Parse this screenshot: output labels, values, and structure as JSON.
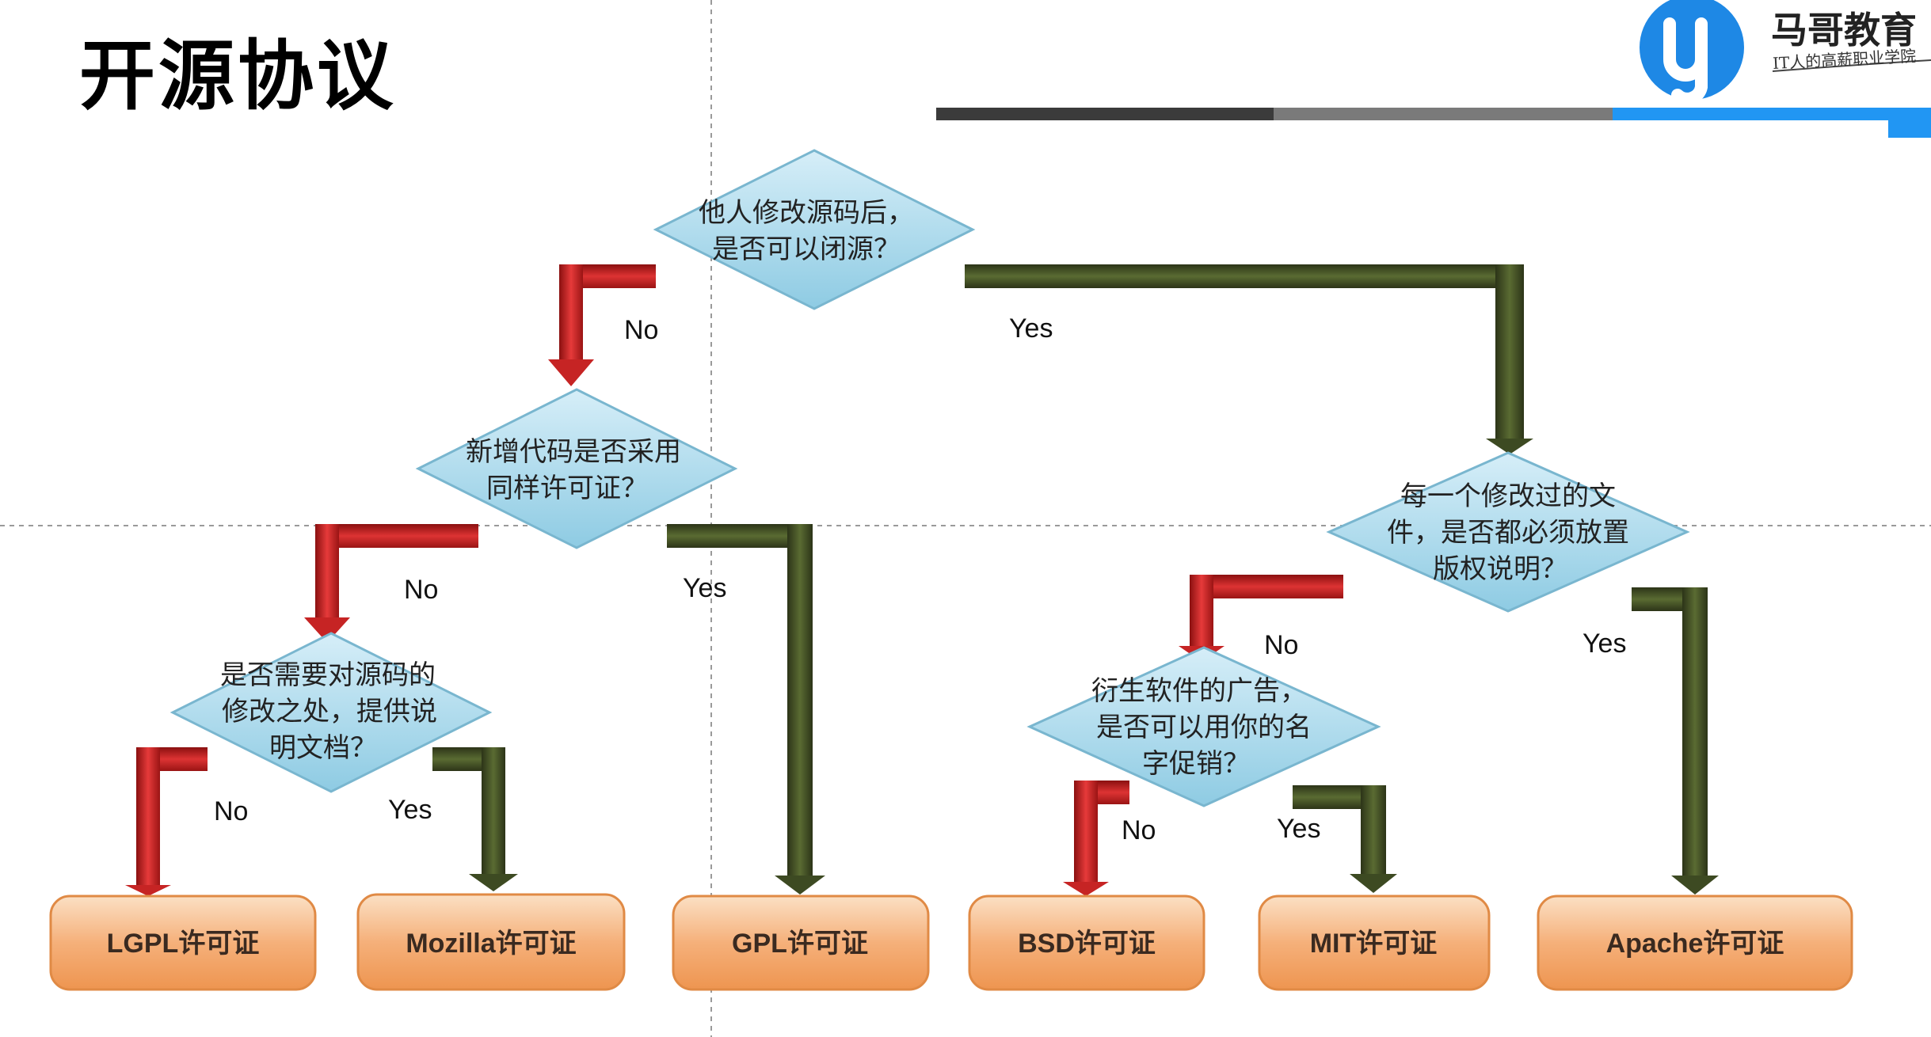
{
  "page": {
    "title": "开源协议"
  },
  "brand": {
    "name": "马哥教育",
    "slogan": "IT人的高薪职业学院",
    "colors": {
      "blue": "#2196f3",
      "dark": "#3b3b3b",
      "gray": "#7a7a7a"
    }
  },
  "diagram": {
    "questions": {
      "q1": [
        "他人修改源码后，",
        "是否可以闭源？"
      ],
      "q2": [
        "新增代码是否采用",
        "同样许可证？"
      ],
      "q3": [
        "是否需要对源码的",
        "修改之处，提供说",
        "明文档？"
      ],
      "q4": [
        "每一个修改过的文",
        "件，是否都必须放置",
        "版权说明？"
      ],
      "q5": [
        "衍生软件的广告，",
        "是否可以用你的名",
        "字促销？"
      ]
    },
    "branch_labels": {
      "q1_no": "No",
      "q1_yes": "Yes",
      "q2_no": "No",
      "q2_yes": "Yes",
      "q3_no": "No",
      "q3_yes": "Yes",
      "q4_no": "No",
      "q4_yes": "Yes",
      "q5_no": "No",
      "q5_yes": "Yes"
    },
    "licenses": {
      "lgpl": "LGPL许可证",
      "mozilla": "Mozilla许可证",
      "gpl": "GPL许可证",
      "bsd": "BSD许可证",
      "mit": "MIT许可证",
      "apache": "Apache许可证"
    },
    "colors": {
      "no_arrow": "#c62424",
      "yes_arrow": "#3d4a22",
      "diamond": "#9fd3e8",
      "license_box": "#f4a463"
    }
  }
}
